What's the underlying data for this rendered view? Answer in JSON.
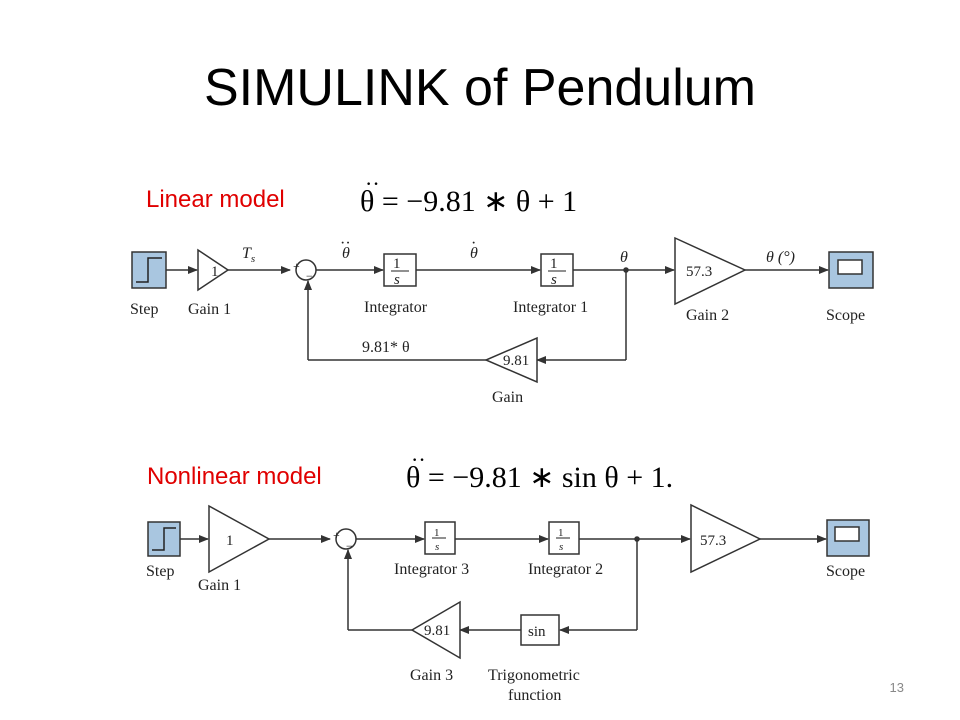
{
  "slide": {
    "title": "SIMULINK of Pendulum",
    "page_number": "13",
    "accent_color": "#e00000"
  },
  "linear": {
    "section_label": "Linear model",
    "equation": {
      "lhs": "θ",
      "rhs": "= −9.81 ∗ θ + 1"
    },
    "blocks": {
      "step": "Step",
      "gain1_value": "1",
      "gain1": "Gain 1",
      "integrator_value": "1/s",
      "integrator": "Integrator",
      "integrator1": "Integrator 1",
      "gain2_value": "57.3",
      "gain2": "Gain 2",
      "scope": "Scope",
      "gain_value": "9.81",
      "gain": "Gain"
    },
    "signals": {
      "ts": "T",
      "ts_sub": "s",
      "theta_ddot": "θ",
      "theta_dot": "θ",
      "theta": "θ",
      "theta_deg": "θ (°)",
      "feedback": "9.81* θ"
    }
  },
  "nonlinear": {
    "section_label": "Nonlinear model",
    "equation": {
      "lhs": "θ",
      "rhs": "= −9.81 ∗ sin θ + 1."
    },
    "blocks": {
      "step": "Step",
      "gain1_value": "1",
      "gain1": "Gain 1",
      "integrator3": "Integrator 3",
      "integrator2": "Integrator 2",
      "integrator_value": "1/s",
      "gain_value": "57.3",
      "scope": "Scope",
      "sin_value": "sin",
      "gain3_value": "9.81",
      "gain3": "Gain 3",
      "trig_line1": "Trigonometric",
      "trig_line2": "function"
    }
  },
  "sum_signs": {
    "plus": "+",
    "minus": "−"
  }
}
